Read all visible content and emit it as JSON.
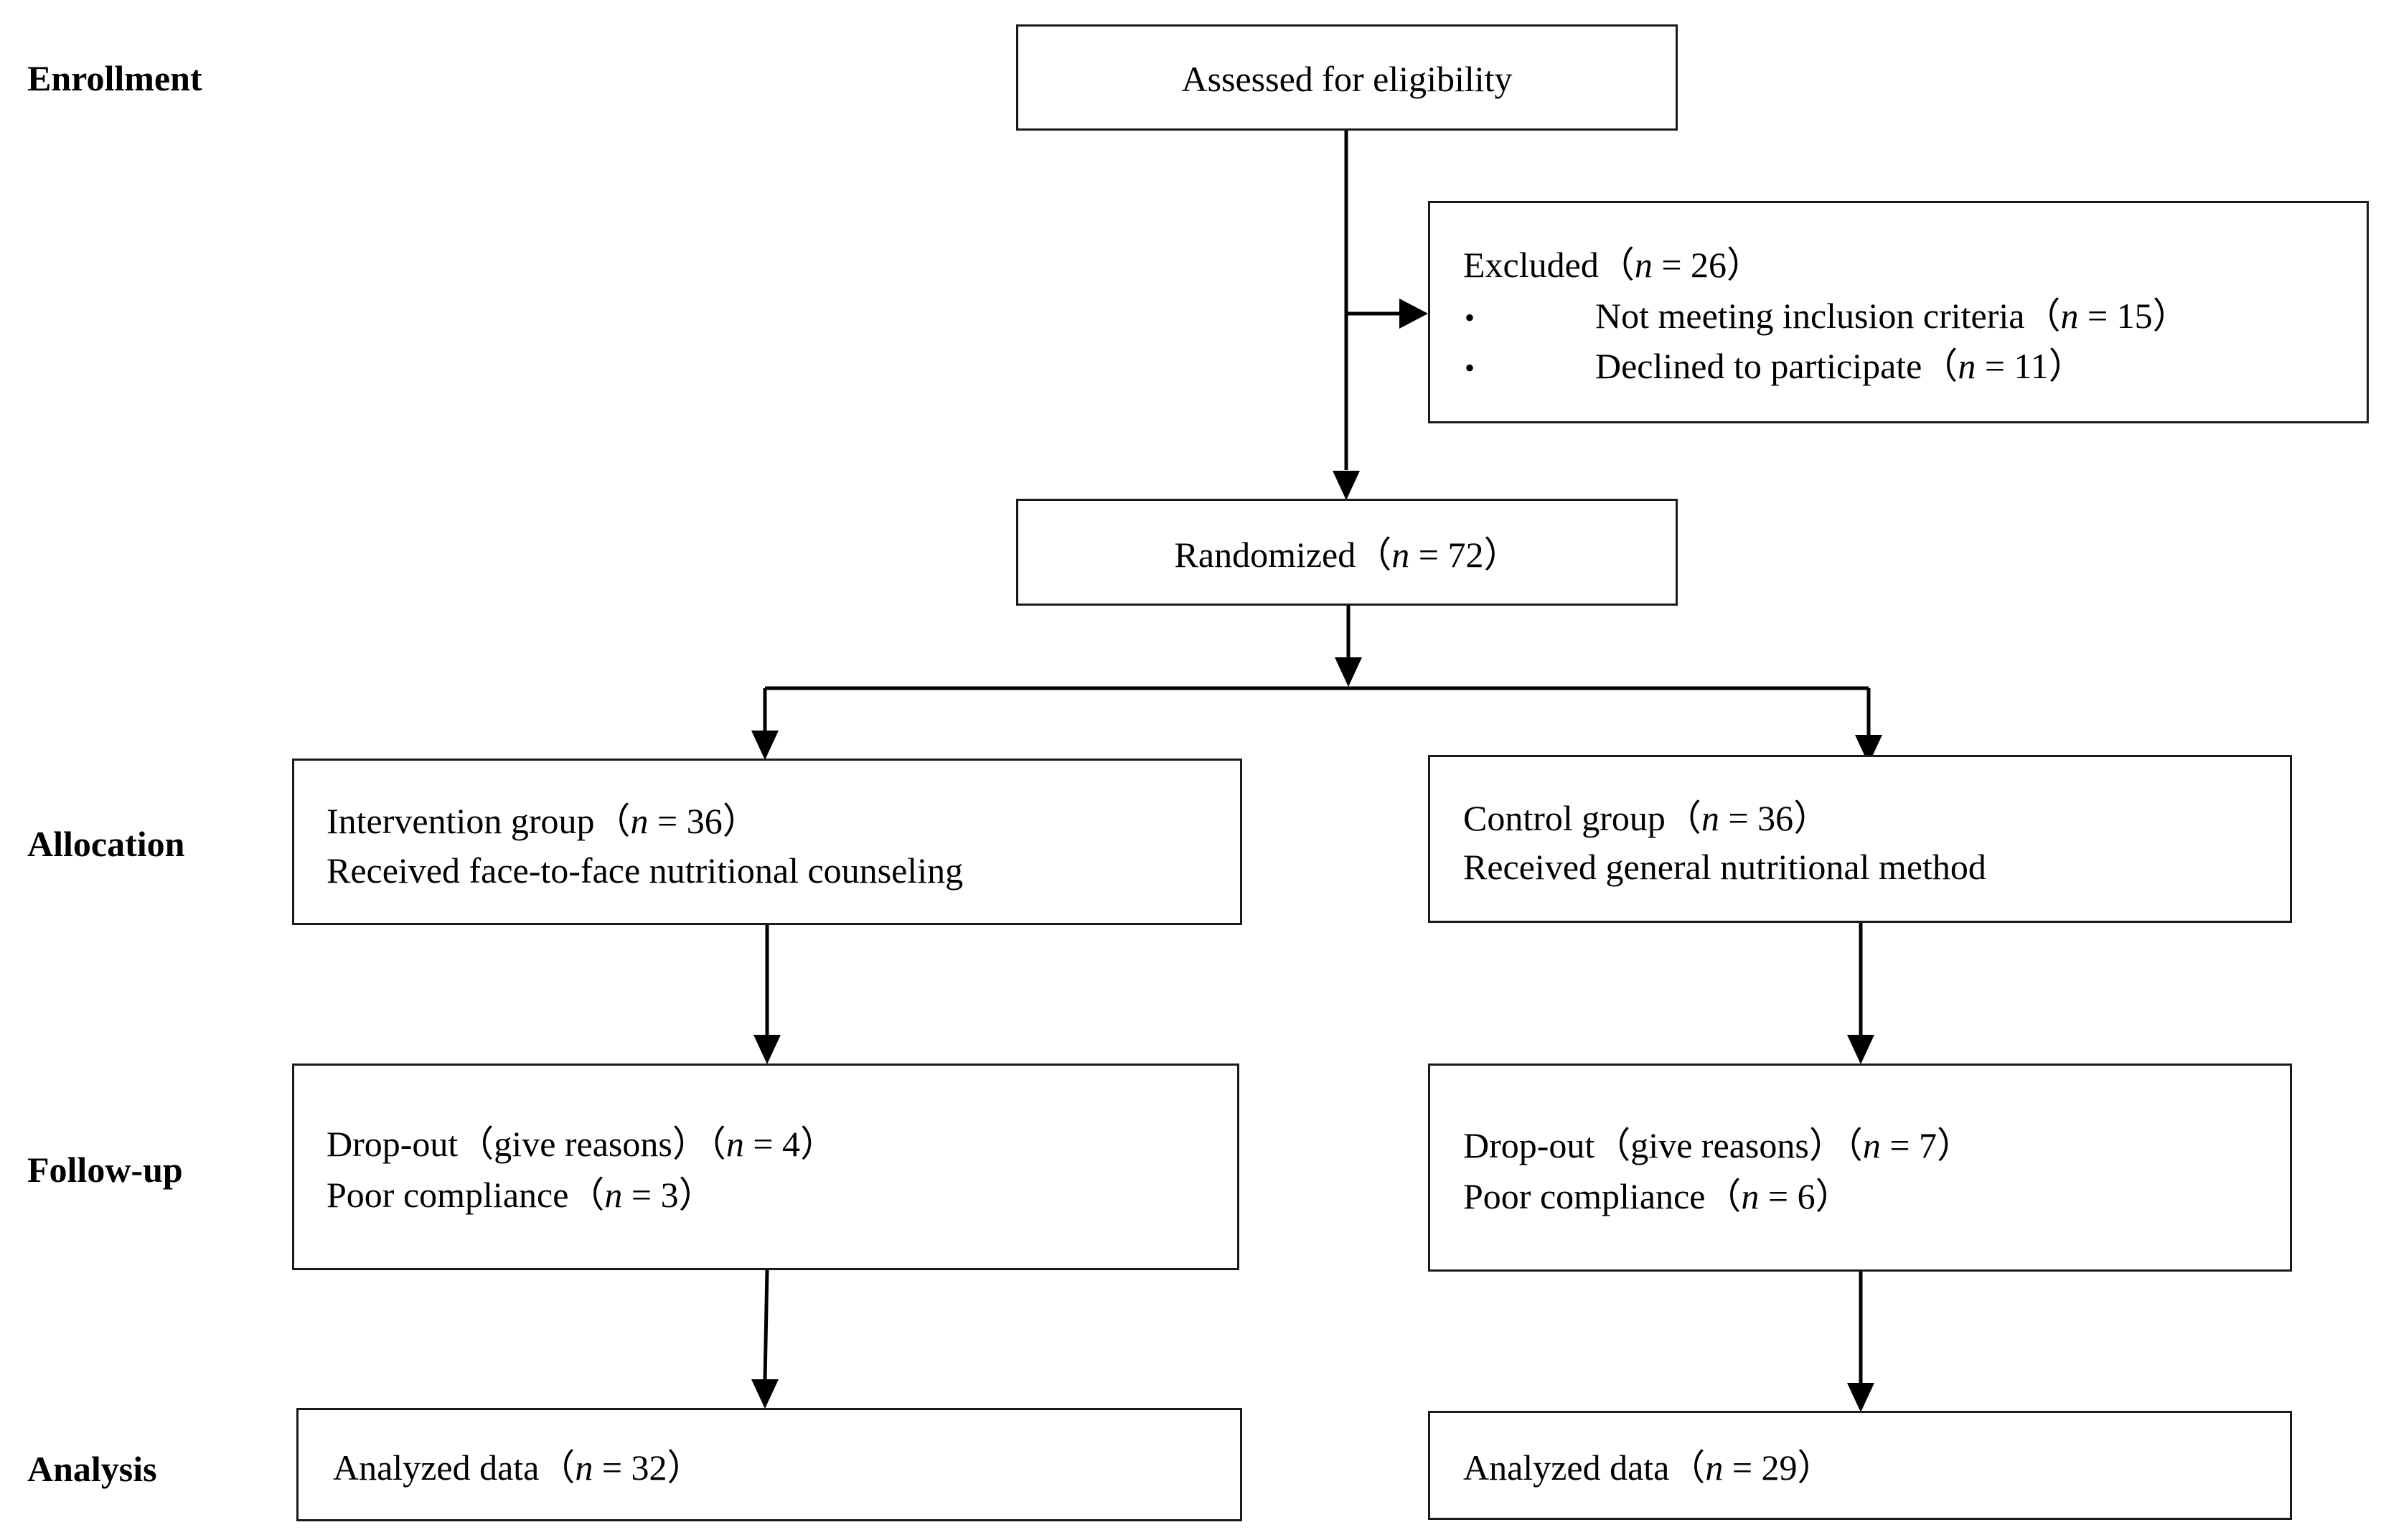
{
  "stages": {
    "enrollment": "Enrollment",
    "allocation": "Allocation",
    "follow_up": "Follow-up",
    "analysis": "Analysis"
  },
  "assessed": {
    "text": "Assessed for eligibility"
  },
  "excluded": {
    "title": "Excluded（",
    "n": "n",
    "title_eq": " = 26）",
    "bullet": "•",
    "items": [
      {
        "text": "Not meeting inclusion criteria（",
        "n": "n",
        "eq": " = 15）"
      },
      {
        "text": "Declined to participate（",
        "n": "n",
        "eq": " = 11）"
      }
    ]
  },
  "randomized": {
    "text": "Randomized（",
    "n": "n",
    "eq": " = 72）"
  },
  "intervention": {
    "title": "Intervention group（",
    "n": "n",
    "eq": " = 36）",
    "detail": "Received face-to-face nutritional counseling"
  },
  "control": {
    "title": "Control group（",
    "n": "n",
    "eq": " = 36）",
    "detail": "Received general nutritional method"
  },
  "intervention_followup": {
    "dropout": "Drop-out（give reasons）（",
    "dropout_n": "n",
    "dropout_eq": " = 4）",
    "poor": "Poor compliance（",
    "poor_n": "n",
    "poor_eq": " = 3）"
  },
  "control_followup": {
    "dropout": "Drop-out（give reasons）（",
    "dropout_n": "n",
    "dropout_eq": " = 7）",
    "poor": "Poor compliance（",
    "poor_n": "n",
    "poor_eq": " = 6）"
  },
  "intervention_analysis": {
    "text": "Analyzed data（",
    "n": "n",
    "eq": " = 32）"
  },
  "control_analysis": {
    "text": "Analyzed data（",
    "n": "n",
    "eq": " = 29）"
  }
}
